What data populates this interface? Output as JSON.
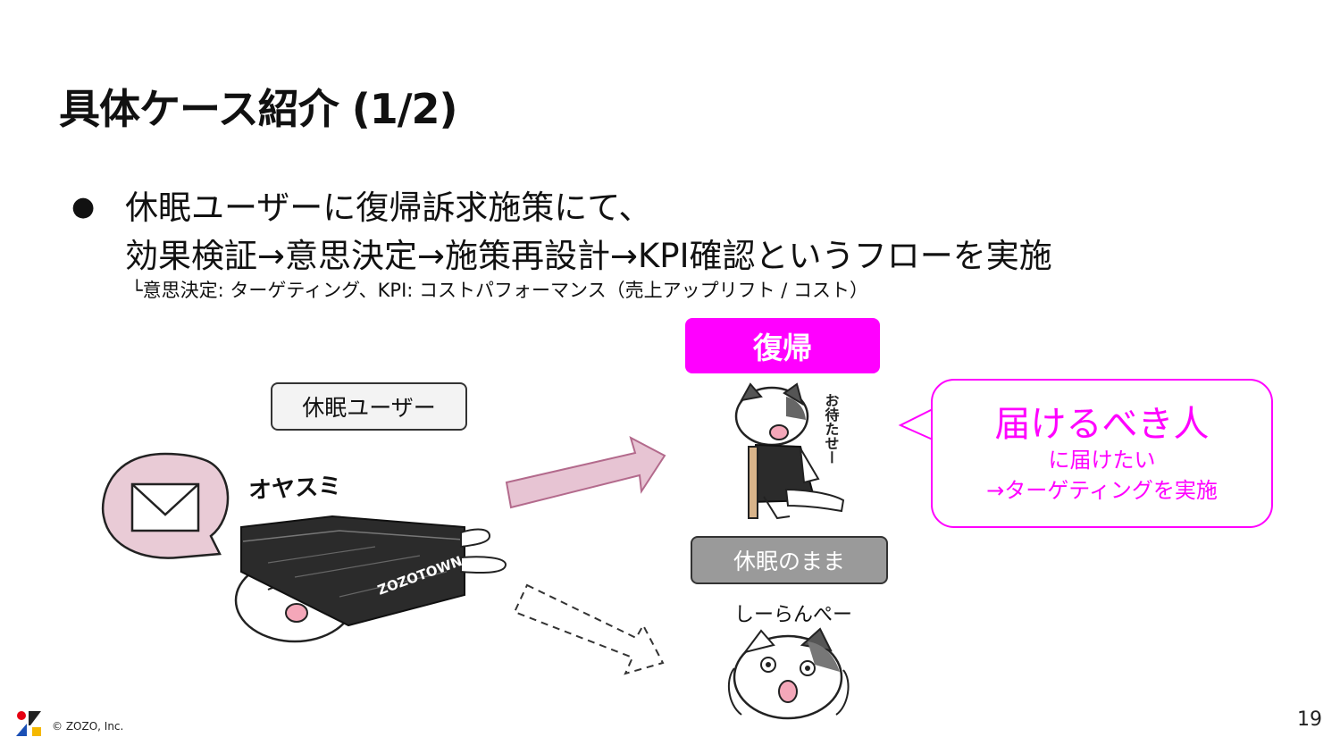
{
  "slide": {
    "title": "具体ケース紹介 (1/2)",
    "bullet_symbol": "●",
    "bullet_line1": "休眠ユーザーに復帰訴求施策にて、",
    "bullet_line2": "効果検証→意思決定→施策再設計→KPI確認というフローを実施",
    "sub_note": "└意思決定: ターゲティング、KPI: コストパフォーマンス（売上アップリフト / コスト）",
    "page_number": "19",
    "copyright": "© ZOZO, Inc."
  },
  "diagram": {
    "dormant_label": "休眠ユーザー",
    "return_label": "復帰",
    "still_dormant_label": "休眠のまま",
    "callout_main": "届けるべき人",
    "callout_sub1": "に届けたい",
    "callout_sub2": "→ターゲティングを実施",
    "handwriting_sleep": "オヤスミ",
    "handwriting_wait": "お待たせー",
    "handwriting_ignore": "しーらんぺー",
    "box_logo_text": "ZOZOTOWN",
    "icons": [
      "envelope-icon",
      "arrow-right-icon",
      "dashed-arrow-icon",
      "zozo-logo-icon"
    ]
  },
  "colors": {
    "accent_magenta": "#ff00ff",
    "arrow_pink": "#e7c4d3",
    "bubble_pink": "#e9cbd6",
    "gray_box": "#9a9a9a"
  }
}
